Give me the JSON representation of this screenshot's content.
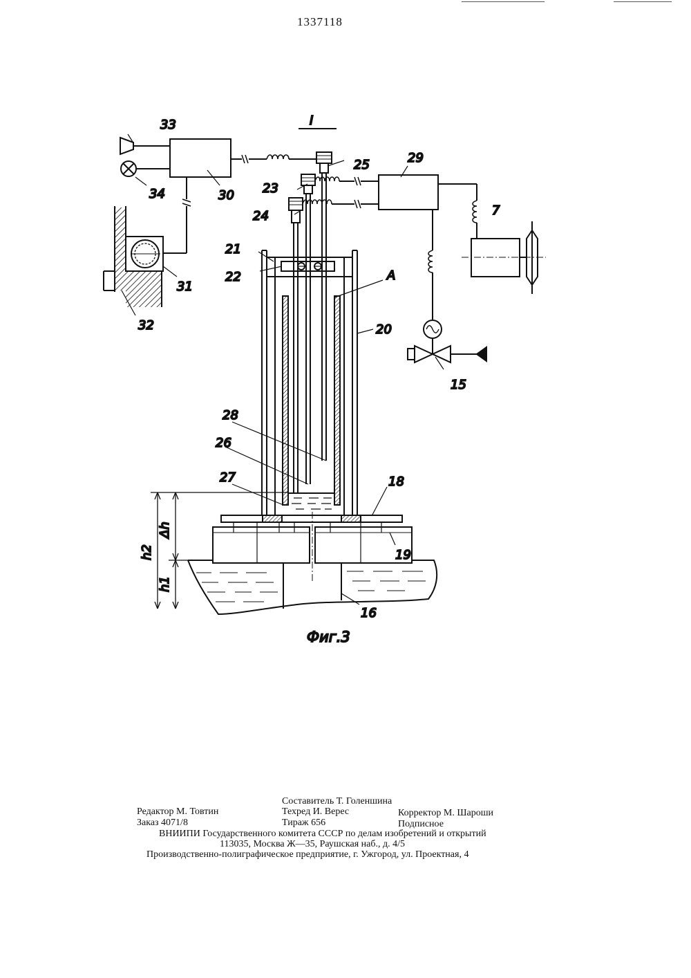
{
  "header": {
    "patent_number": "1337118"
  },
  "figure": {
    "view_label": "I",
    "caption": "Фиг.3",
    "component_numbers": [
      "33",
      "34",
      "30",
      "31",
      "32",
      "25",
      "23",
      "24",
      "29",
      "7",
      "21",
      "22",
      "A",
      "20",
      "15",
      "28",
      "26",
      "27",
      "18",
      "19",
      "16"
    ],
    "dimension_labels": [
      "h2",
      "Δh",
      "h1"
    ]
  },
  "imprint": {
    "compiler": "Составитель Т. Голеншина",
    "editor": "Редактор М. Товтин",
    "tech_editor": "Техред И. Верес",
    "corrector": "Корректор М. Шароши",
    "order": "Заказ 4071/8",
    "circulation": "Тираж 656",
    "subscription": "Подписное",
    "org_line": "ВНИИПИ Государственного комитета СССР по делам изобретений и открытий",
    "address_line": "113035, Москва Ж—35, Раушская наб., д. 4/5",
    "printer_line": "Производственно-полиграфическое предприятие, г. Ужгород, ул. Проектная, 4"
  }
}
